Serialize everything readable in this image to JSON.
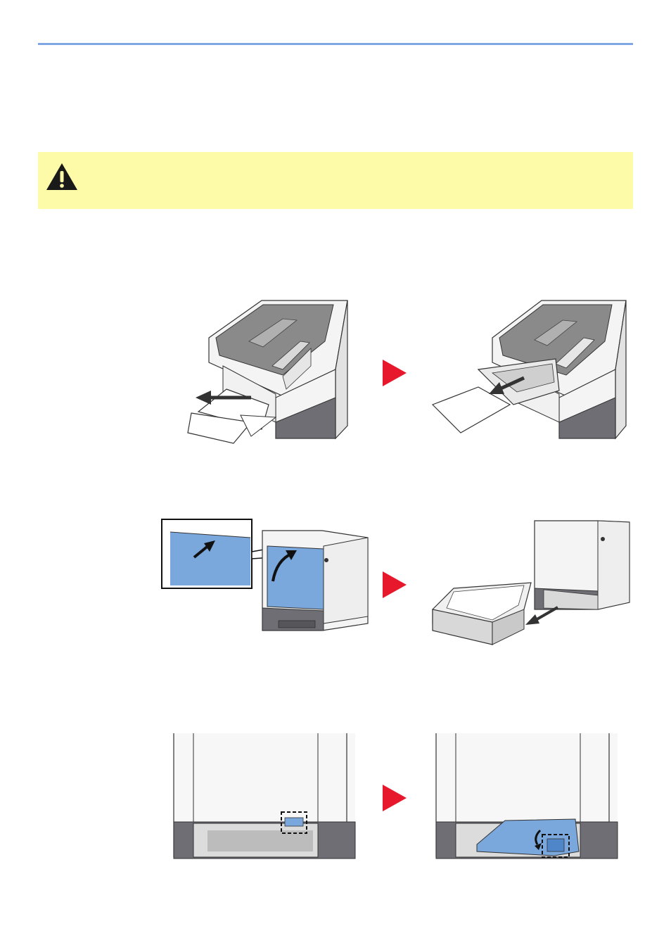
{
  "header": {
    "rule_color": "#7fa7e3"
  },
  "caution_box": {
    "icon": "warning-triangle-icon",
    "background": "#fdfaa8"
  },
  "steps": [
    {
      "images": [
        "mp-tray-remove-paper",
        "mp-tray-remove-loaded-paper"
      ],
      "arrow": "step-arrow-icon"
    },
    {
      "images": [
        "open-right-cover-inset",
        "pull-out-cassette"
      ],
      "arrow": "step-arrow-icon"
    },
    {
      "images": [
        "cassette-slot-lever",
        "cassette-slot-lever-lowered"
      ],
      "arrow": "step-arrow-icon"
    }
  ],
  "colors": {
    "arrow": "#e8182c",
    "highlight": "#7aa7dc",
    "printer_body": "#f4f4f4",
    "printer_base": "#6e6e74"
  }
}
